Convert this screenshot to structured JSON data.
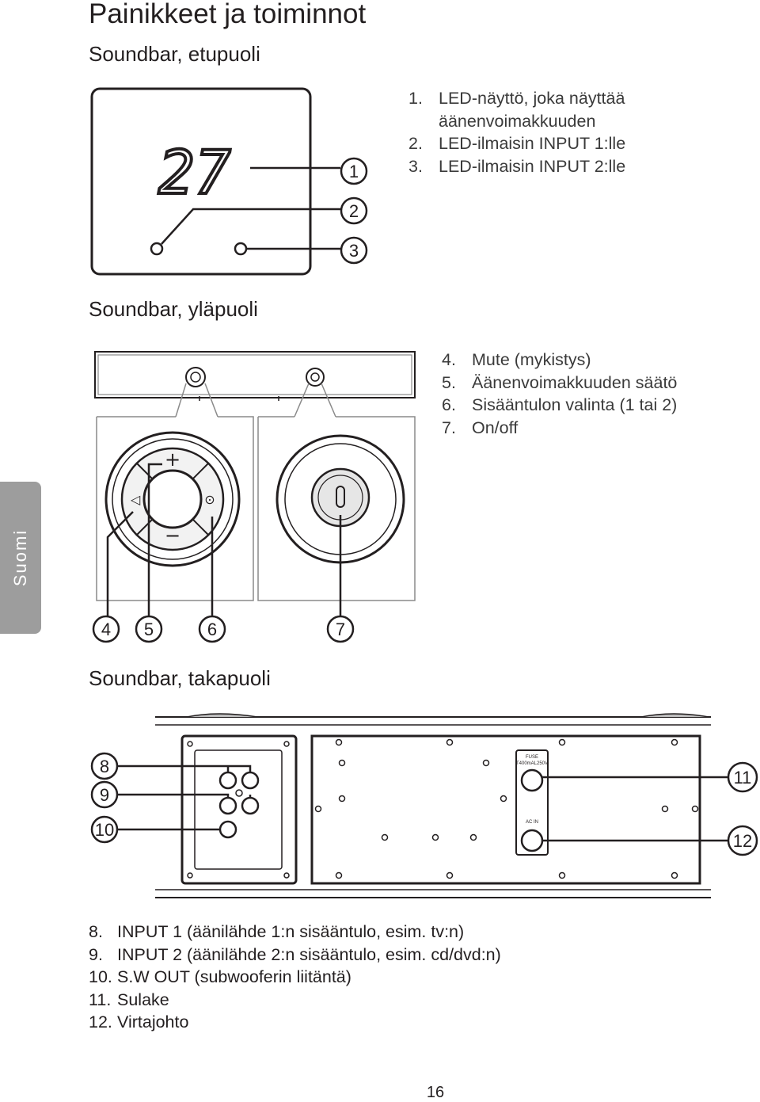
{
  "page": {
    "title": "Painikkeet ja toiminnot",
    "page_number": "16",
    "side_tab": "Suomi"
  },
  "front": {
    "heading": "Soundbar, etupuoli",
    "display_value": "27",
    "callouts": [
      "1",
      "2",
      "3"
    ],
    "items": [
      {
        "num": "1.",
        "text": "LED-näyttö, joka näyttää",
        "text2": "äänenvoimakkuuden"
      },
      {
        "num": "2.",
        "text": "LED-ilmaisin INPUT 1:lle"
      },
      {
        "num": "3.",
        "text": "LED-ilmaisin INPUT 2:lle"
      }
    ]
  },
  "top": {
    "heading": "Soundbar, yläpuoli",
    "callouts": [
      "4",
      "5",
      "6",
      "7"
    ],
    "items": [
      {
        "num": "4.",
        "text": "Mute (mykistys)"
      },
      {
        "num": "5.",
        "text": "Äänenvoimakkuuden säätö"
      },
      {
        "num": "6.",
        "text": "Sisääntulon valinta (1 tai 2)"
      },
      {
        "num": "7.",
        "text": "On/off"
      }
    ]
  },
  "back": {
    "heading": "Soundbar, takapuoli",
    "callouts": [
      "8",
      "9",
      "10",
      "11",
      "12"
    ],
    "fuse_label": "FUSE",
    "fuse_rating": "T400mAL250V",
    "acin_label": "AC IN",
    "items": [
      {
        "num": "8.",
        "text": "INPUT 1 (äänilähde 1:n sisääntulo, esim. tv:n)"
      },
      {
        "num": "9.",
        "text": "INPUT 2 (äänilähde 2:n sisääntulo, esim. cd/dvd:n)"
      },
      {
        "num": "10.",
        "text": "S.W OUT (subwooferin liitäntä)"
      },
      {
        "num": "11.",
        "text": "Sulake"
      },
      {
        "num": "12.",
        "text": "Virtajohto"
      }
    ]
  }
}
